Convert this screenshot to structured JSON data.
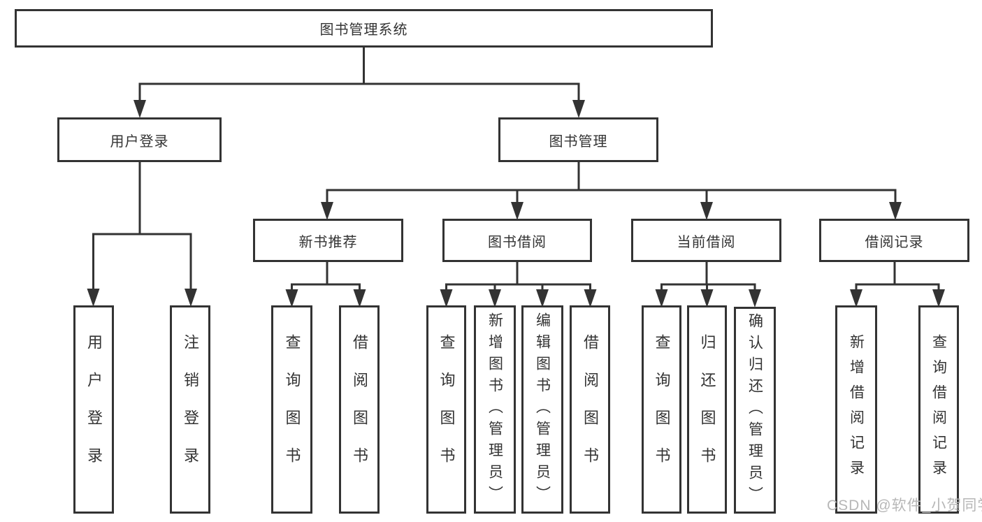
{
  "diagram": {
    "root": "图书管理系统",
    "branches": [
      {
        "label": "用户登录",
        "leaves": [
          "用户登录",
          "注销登录"
        ]
      },
      {
        "label": "图书管理",
        "children": [
          {
            "label": "新书推荐",
            "leaves": [
              "查询图书",
              "借阅图书"
            ]
          },
          {
            "label": "图书借阅",
            "leaves": [
              "查询图书",
              "新增图书（管理员）",
              "编辑图书（管理员）",
              "借阅图书"
            ]
          },
          {
            "label": "当前借阅",
            "leaves": [
              "查询图书",
              "归还图书",
              "确认归还（管理员）"
            ]
          },
          {
            "label": "借阅记录",
            "leaves": [
              "新增借阅记录",
              "查询借阅记录"
            ]
          }
        ]
      }
    ]
  },
  "watermark": "CSDN @软件_小贺同学",
  "colors": {
    "line": "#333333",
    "box_background": "#ffffff",
    "text": "#333333",
    "watermark": "#b7b7b7"
  }
}
